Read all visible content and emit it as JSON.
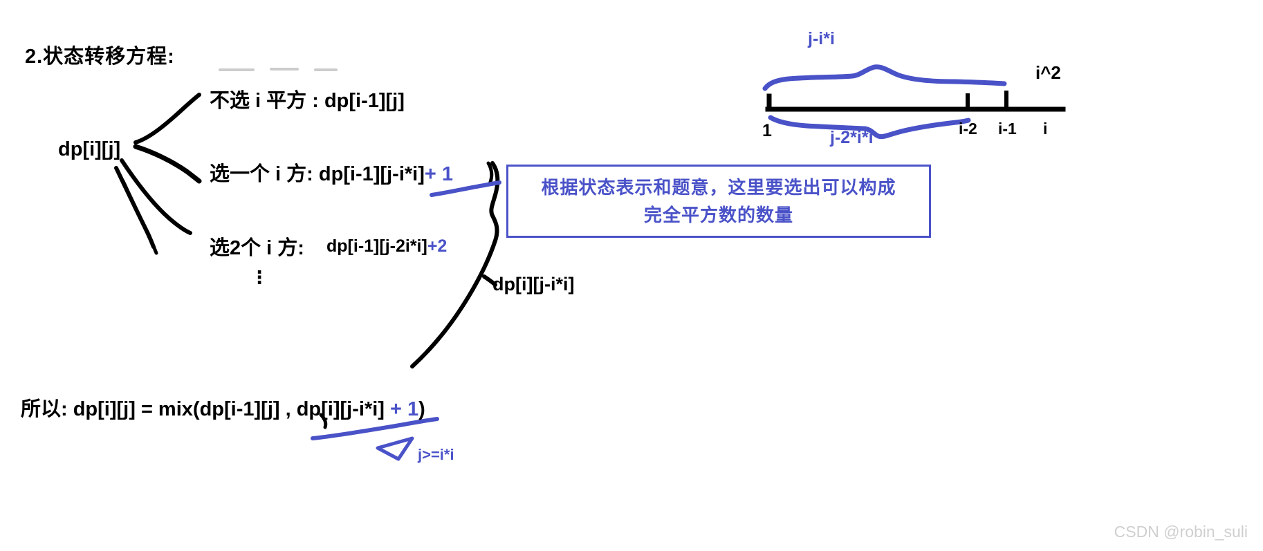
{
  "title": "2.状态转移方程:",
  "tree": {
    "root_label": "dp[i][j]",
    "branches": [
      {
        "label": "不选 i 平方 : dp[i-1][j]",
        "suffix": "",
        "suffix_color": "#4a52c8"
      },
      {
        "label": "选一个 i 方:  dp[i-1][j-i*i]",
        "suffix": "+ 1",
        "suffix_color": "#4a52c8"
      },
      {
        "label": "选2个 i 方:",
        "expr": "dp[i-1][j-2i*i]",
        "suffix": "+2",
        "suffix_color": "#4a52c8"
      }
    ],
    "ellipsis": "⋮",
    "brace_label": "dp[i][j-i*i]"
  },
  "callout": {
    "line1": "根据状态表示和题意，这里要选出可以构成",
    "line2": "完全平方数的数量",
    "border_color": "#4a52c8",
    "text_color": "#4a52c8"
  },
  "conclusion": {
    "prefix": "所以:  dp[i][j] = mix(",
    "term1": "dp[i-1][j]",
    "comma": " , ",
    "term2": "dp[i][j-i*i]",
    "plus": " + 1",
    "suffix": ")",
    "condition": "j>=i*i"
  },
  "number_line": {
    "top_annotation": "j-i*i",
    "bottom_annotation": "j-2*i*i",
    "right_label": "i^2",
    "ticks": [
      "1",
      "i-2",
      "i-1",
      "i"
    ],
    "annotation_color": "#4a52c8"
  },
  "watermark": "CSDN @robin_suli"
}
